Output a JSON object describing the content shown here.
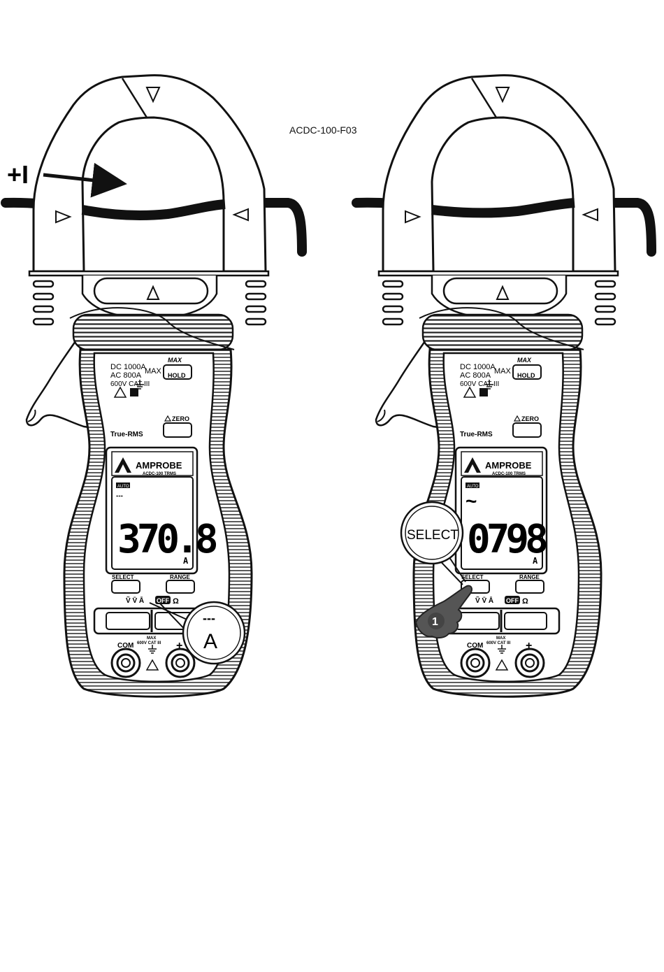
{
  "figure_code": "ACDC-100-F03",
  "current_label": "+I",
  "meters": [
    {
      "ratings": {
        "dc": "DC",
        "dc_val": "1000A",
        "ac": "AC",
        "ac_val": "800A",
        "max": "MAX",
        "cat": "600V CAT",
        "cat_num": "III"
      },
      "buttons": {
        "max": "MAX",
        "hold": "HOLD",
        "zero": "ZERO",
        "select": "SELECT",
        "range": "RANGE"
      },
      "true_rms": "True-RMS",
      "brand": "AMPROBE",
      "model": "ACDC-100 TRMS",
      "auto": "AUTO",
      "mode_symbol": "---",
      "reading": "370.8",
      "unit": "A",
      "dial": {
        "off": "OFF",
        "ohm": "Ω",
        "positions": "Ṽ V̄ Ā"
      },
      "terminals": {
        "com": "COM",
        "plus": "+",
        "max": "MAX",
        "cat": "600V CAT III"
      }
    },
    {
      "ratings": {
        "dc": "DC",
        "dc_val": "1000A",
        "ac": "AC",
        "ac_val": "800A",
        "max": "MAX",
        "cat": "600V CAT",
        "cat_num": "III"
      },
      "buttons": {
        "max": "MAX",
        "hold": "HOLD",
        "zero": "ZERO",
        "select": "SELECT",
        "range": "RANGE"
      },
      "true_rms": "True-RMS",
      "brand": "AMPROBE",
      "model": "ACDC-100 TRMS",
      "auto": "AUTO",
      "mode_symbol": "~",
      "reading": "0798",
      "unit": "A",
      "dial": {
        "off": "OFF",
        "ohm": "Ω",
        "positions": "Ṽ V̄ Ā"
      },
      "terminals": {
        "com": "COM",
        "plus": "+",
        "max": "MAX",
        "cat": "600V CAT III"
      }
    }
  ],
  "callout_left": {
    "symbol": "---",
    "letter": "A"
  },
  "callout_right": {
    "label": "SELECT"
  },
  "step_number": "1"
}
